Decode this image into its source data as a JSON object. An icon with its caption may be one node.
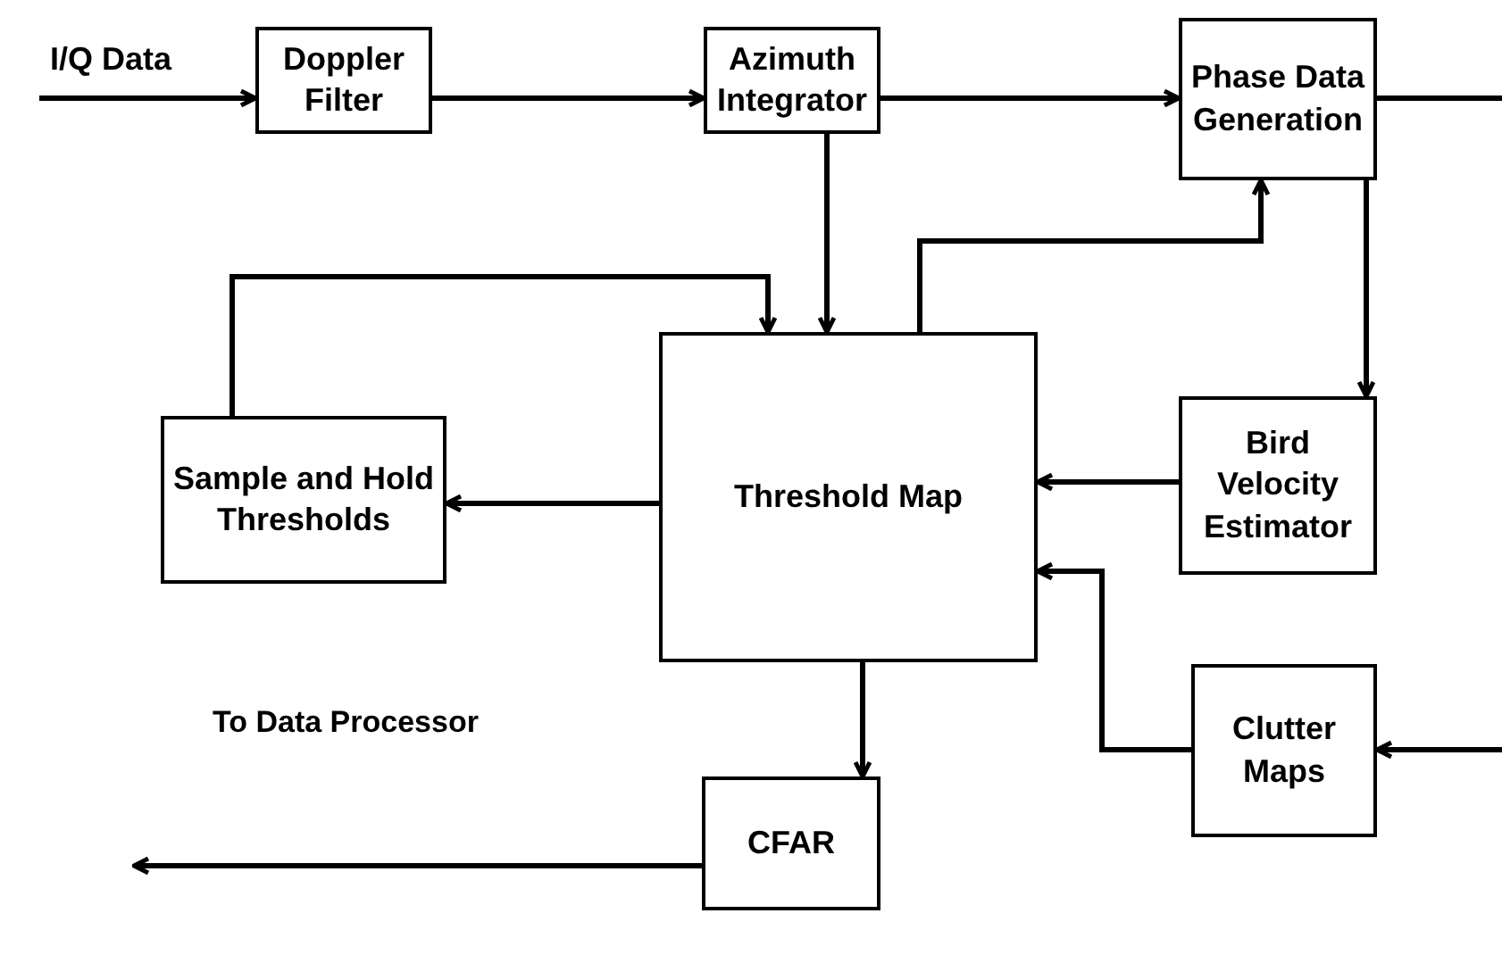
{
  "diagram": {
    "nodes": [
      {
        "text": [
          "I/Q Data"
        ]
      },
      {
        "text": [
          "Doppler Filter"
        ]
      },
      {
        "text": [
          "Azimuth Integrator"
        ]
      },
      {
        "text": [
          "Phase Data Generation"
        ]
      },
      {
        "text": [
          "Threshold Map"
        ]
      },
      {
        "text": [
          "Sample and Hold Thresholds"
        ]
      },
      {
        "text": [
          "Bird Velocity Estimator"
        ]
      },
      {
        "text": [
          "Clutter Maps"
        ]
      },
      {
        "text": [
          "CFAR"
        ]
      }
    ],
    "edges": [
      {
        "from": 0,
        "to": 1,
        "arrow": "to"
      },
      {
        "from": 1,
        "to": 2,
        "arrow": "to"
      },
      {
        "from": 2,
        "to": 3,
        "arrow": "to"
      },
      {
        "from": 3,
        "to": null,
        "arrow": "none"
      },
      {
        "from": 2,
        "to": 4,
        "arrow": "to"
      },
      {
        "from": 4,
        "to": 3,
        "arrow": "to"
      },
      {
        "from": 5,
        "to": 4,
        "arrow": "to"
      },
      {
        "from": 4,
        "to": 5,
        "arrow": "to"
      },
      {
        "from": 3,
        "to": 6,
        "arrow": "to"
      },
      {
        "from": 6,
        "to": 4,
        "arrow": "to"
      },
      {
        "from": 7,
        "to": 4,
        "arrow": "to"
      },
      {
        "from": null,
        "to": 7,
        "arrow": "to"
      },
      {
        "from": 4,
        "to": 8,
        "arrow": "to"
      },
      {
        "from": 8,
        "to": null,
        "arrow": "to",
        "label": "To Data Processor"
      }
    ]
  }
}
